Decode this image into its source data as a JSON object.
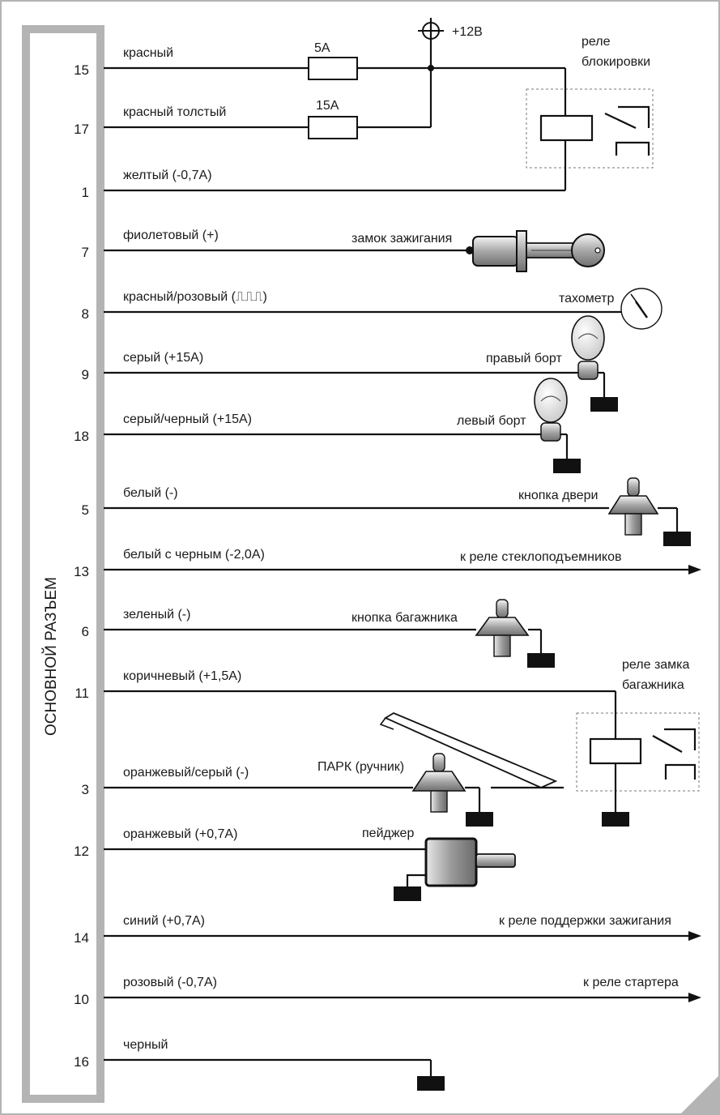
{
  "connector_title": "ОСНОВНОЙ РАЗЪЕМ",
  "supply_label": "+12В",
  "fuses": [
    "5А",
    "15А"
  ],
  "wires": [
    {
      "pin": "15",
      "label": "красный"
    },
    {
      "pin": "17",
      "label": "красный толстый"
    },
    {
      "pin": "1",
      "label": "желтый (-0,7А)"
    },
    {
      "pin": "7",
      "label": "фиолетовый (+)"
    },
    {
      "pin": "8",
      "label": "красный/розовый (⎍⎍⎍)"
    },
    {
      "pin": "9",
      "label": "серый (+15А)"
    },
    {
      "pin": "18",
      "label": "серый/черный (+15А)"
    },
    {
      "pin": "5",
      "label": "белый (-)"
    },
    {
      "pin": "13",
      "label": "белый с черным (-2,0А)"
    },
    {
      "pin": "6",
      "label": "зеленый (-)"
    },
    {
      "pin": "11",
      "label": "коричневый (+1,5А)"
    },
    {
      "pin": "3",
      "label": "оранжевый/серый (-)"
    },
    {
      "pin": "12",
      "label": "оранжевый (+0,7А)"
    },
    {
      "pin": "14",
      "label": "синий (+0,7А)"
    },
    {
      "pin": "10",
      "label": "розовый  (-0,7А)"
    },
    {
      "pin": "16",
      "label": "черный"
    }
  ],
  "devices": {
    "lock_relay": [
      "реле",
      "блокировки"
    ],
    "ignition": "замок зажигания",
    "tachometer": "тахометр",
    "right_side": "правый борт",
    "left_side": "левый борт",
    "door_button": "кнопка двери",
    "window_relay": "к реле стеклоподъемников",
    "trunk_button": "кнопка багажника",
    "trunk_relay": [
      "реле замка",
      "багажника"
    ],
    "park": "ПАРК (ручник)",
    "pager": "пейджер",
    "ign_support_relay": "к реле поддержки зажигания",
    "starter_relay": "к реле стартера"
  }
}
